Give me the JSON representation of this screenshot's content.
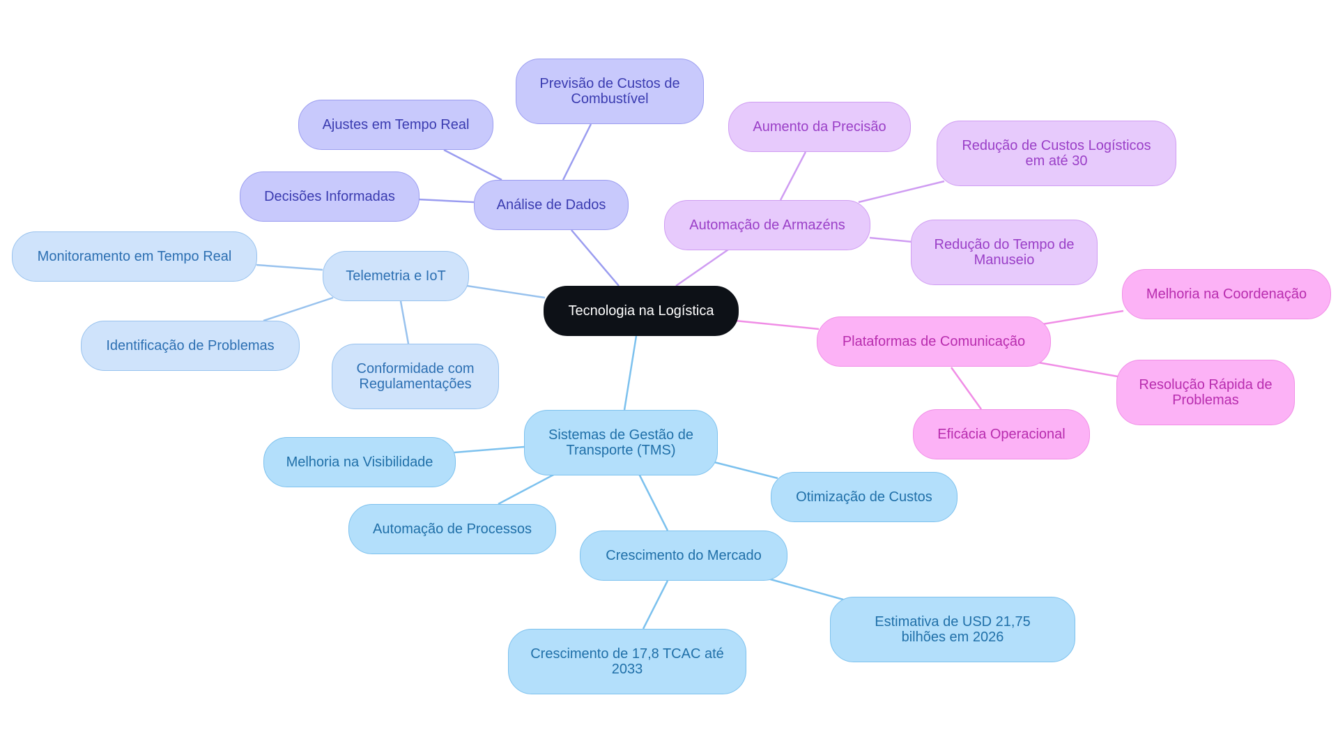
{
  "root": "Tecnologia na Logística",
  "branches": {
    "tms": {
      "label": "Sistemas de Gestão de Transporte (TMS)",
      "children": {
        "visibilidade": "Melhoria na Visibilidade",
        "automacao": "Automação de Processos",
        "custos": "Otimização de Custos",
        "crescimento": "Crescimento do Mercado",
        "tcac": "Crescimento de 17,8 TCAC até 2033",
        "estimativa": "Estimativa de USD 21,75 bilhões em 2026"
      }
    },
    "telemetria": {
      "label": "Telemetria e IoT",
      "children": {
        "monitoramento": "Monitoramento em Tempo Real",
        "identificacao": "Identificação de Problemas",
        "conformidade": "Conformidade com Regulamentações"
      }
    },
    "dados": {
      "label": "Análise de Dados",
      "children": {
        "previsao": "Previsão de Custos de Combustível",
        "ajustes": "Ajustes em Tempo Real",
        "decisoes": "Decisões Informadas"
      }
    },
    "armazens": {
      "label": "Automação de Armazéns",
      "children": {
        "precisao": "Aumento da Precisão",
        "reducao_custos": "Redução de Custos Logísticos em até 30",
        "reducao_tempo": "Redução do Tempo de Manuseio"
      }
    },
    "comunicacao": {
      "label": "Plataformas de Comunicação",
      "children": {
        "coordenacao": "Melhoria na Coordenação",
        "resolucao": "Resolução Rápida de Problemas",
        "eficacia": "Eficácia Operacional"
      }
    }
  },
  "colors": {
    "root": "#0d1117",
    "tms": "#7cc1ee",
    "telemetria": "#98c2ee",
    "dados": "#9a9cf0",
    "armazens": "#cf9cf2",
    "comunicacao": "#f08de6"
  }
}
